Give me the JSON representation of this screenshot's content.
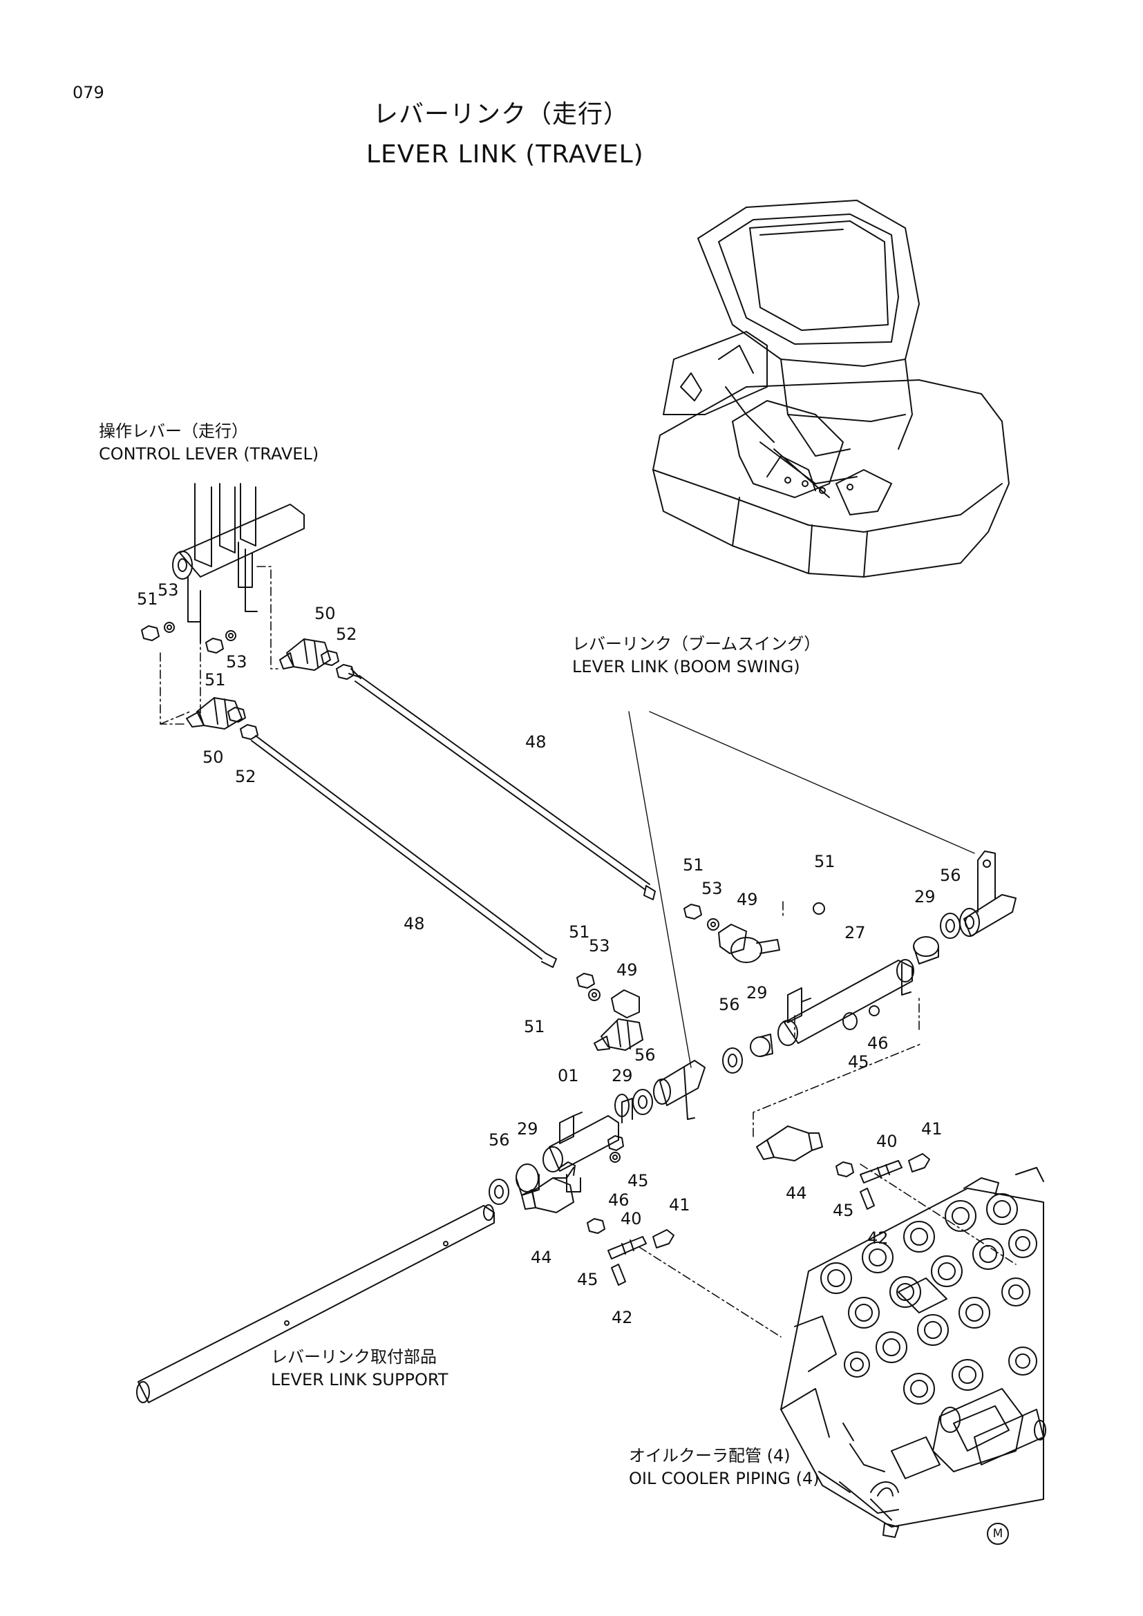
{
  "page_number": "079",
  "title": {
    "jp": "レバーリンク（走行）",
    "en": "LEVER LINK (TRAVEL)"
  },
  "labels": {
    "control_lever_jp": "操作レバー（走行）",
    "control_lever_en": "CONTROL LEVER (TRAVEL)",
    "boom_swing_jp": "レバーリンク（ブームスイング）",
    "boom_swing_en": "LEVER LINK (BOOM SWING)",
    "support_jp": "レバーリンク取付部品",
    "support_en": "LEVER LINK SUPPORT",
    "oil_cooler_jp": "オイルクーラ配管 (4)",
    "oil_cooler_en": "OIL COOLER PIPING (4)"
  },
  "callouts": [
    "51",
    "53",
    "53",
    "51",
    "50",
    "52",
    "50",
    "52",
    "48",
    "48",
    "51",
    "53",
    "49",
    "51",
    "29",
    "56",
    "27",
    "51",
    "53",
    "49",
    "56",
    "29",
    "45",
    "46",
    "51",
    "01",
    "29",
    "56",
    "29",
    "56",
    "46",
    "45",
    "44",
    "40",
    "41",
    "45",
    "42",
    "44",
    "40",
    "41",
    "45",
    "42"
  ],
  "marks": {
    "m_logo": "M"
  },
  "colors": {
    "ink": "#111111",
    "paper": "#ffffff"
  }
}
